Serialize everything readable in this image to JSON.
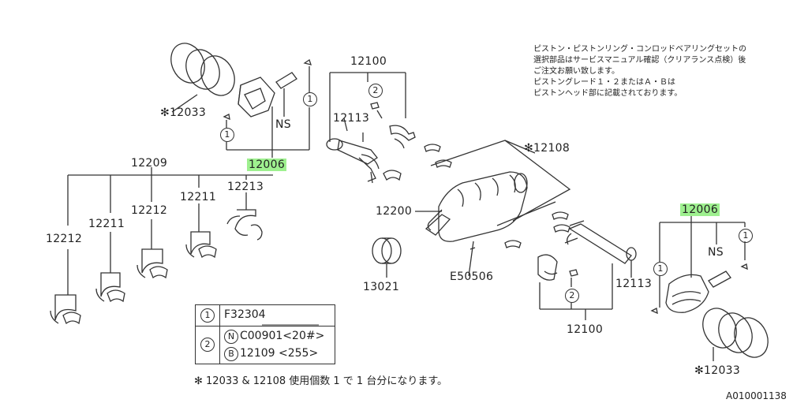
{
  "parts": {
    "p12033_top": "✻12033",
    "p12006_top": "12006",
    "ns_top": "NS",
    "circle1_a": "1",
    "circle1_b": "1",
    "p12100_top": "12100",
    "circle2_top": "2",
    "p12113_top": "12113",
    "p12108": "✻12108",
    "p12209": "12209",
    "p12213": "12213",
    "p12211_a": "12211",
    "p12211_b": "12211",
    "p12212_a": "12212",
    "p12212_b": "12212",
    "p12200": "12200",
    "p13021": "13021",
    "e50506": "E50506",
    "p12006_bottom": "12006",
    "circle1_c": "1",
    "circle1_d": "1",
    "ns_bottom": "NS",
    "circle2_bottom": "2",
    "p12113_bottom": "12113",
    "p12100_bottom": "12100",
    "p12033_bottom": "✻12033"
  },
  "note": {
    "line1": "ピストン・ピストンリング・コンロッドベアリングセットの",
    "line2": "選択部品はサービスマニュアル確認（クリアランス点検）後",
    "line3": "ご注文お願い致します。",
    "line4": "ピストングレード１・２またはＡ・Ｂは",
    "line5": "ピストンヘッド部に記載されております。"
  },
  "legend": {
    "row1_num": "1",
    "row1_code": "F32304",
    "row2_num": "2",
    "row2a_sym": "N",
    "row2a_code": "C00901<20#>",
    "row2b_sym": "B",
    "row2b_code": "12109 <255>"
  },
  "footnote": "✻ 12033 & 12108 使用個数 1 で 1 台分になります。",
  "doc_id": "A010001138",
  "colors": {
    "highlight": "#9ef08f",
    "line": "#333333"
  }
}
